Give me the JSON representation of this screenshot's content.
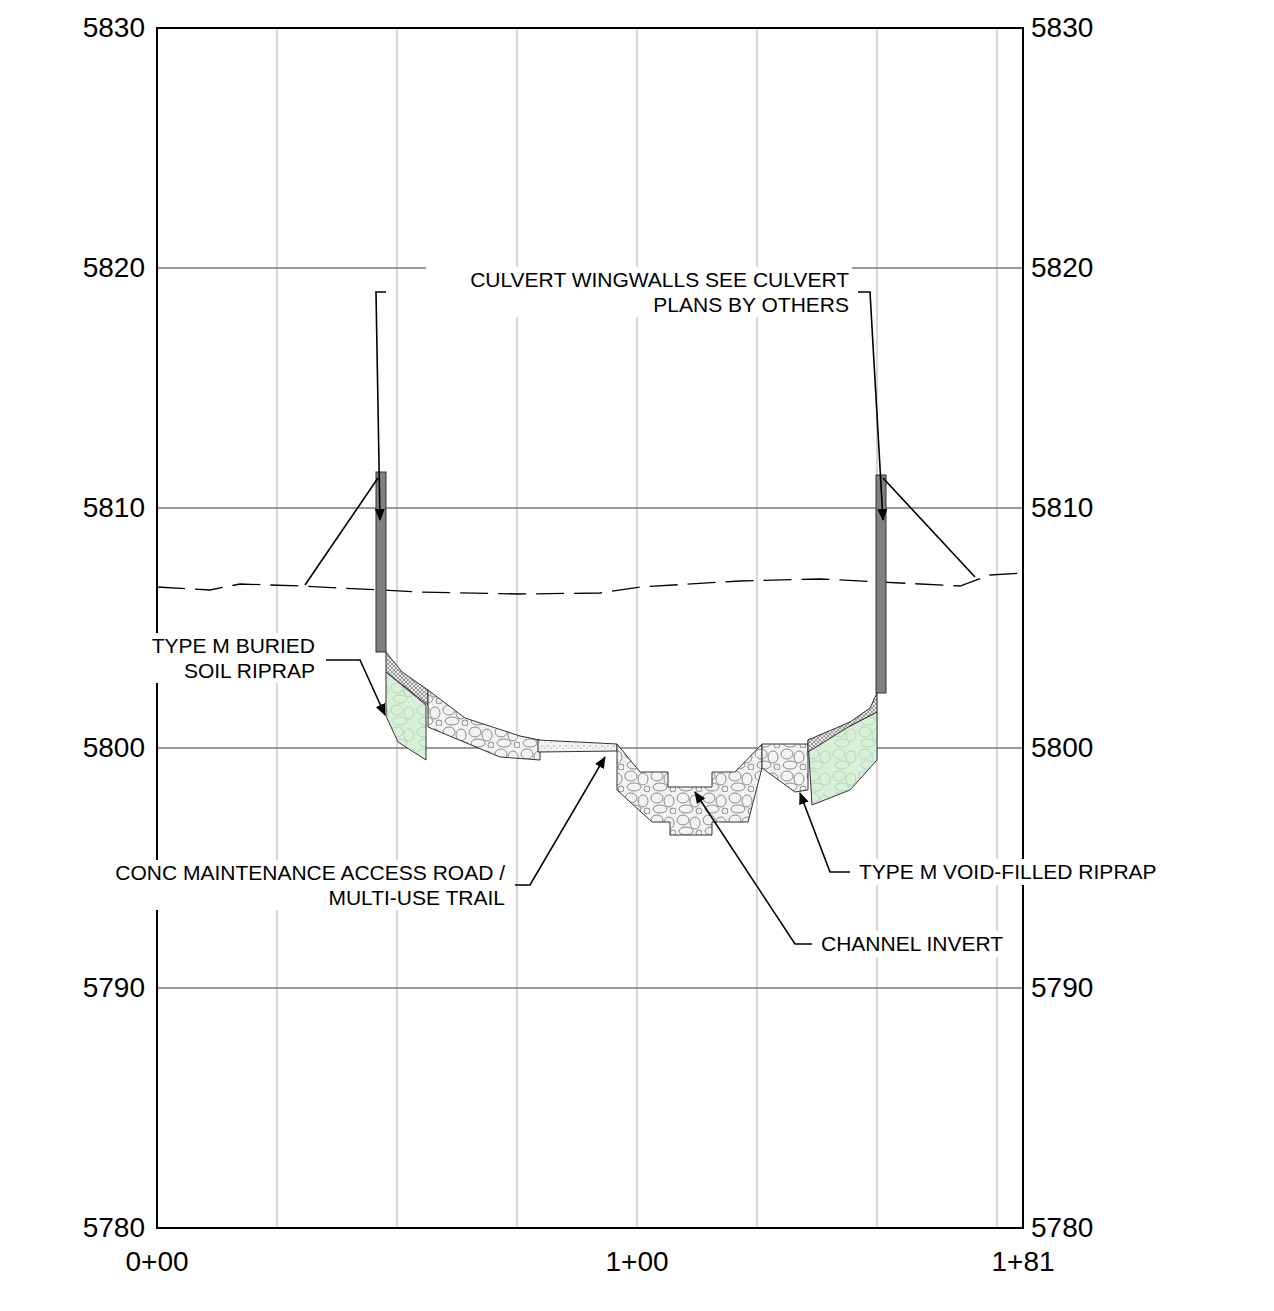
{
  "diagram": {
    "labels": [
      "5830",
      "5820",
      "5810",
      "5800",
      "5790",
      "5780",
      "5830",
      "5820",
      "5810",
      "5800",
      "5790",
      "5780",
      "0+00",
      "1+00",
      "1+81",
      "CULVERT WINGWALLS SEE CULVERT PLANS BY OTHERS",
      "TYPE M BURIED SOIL RIPRAP",
      "CONC MAINTENANCE ACCESS ROAD / MULTI-USE TRAIL",
      "TYPE M VOID-FILLED RIPRAP",
      "CHANNEL INVERT"
    ]
  }
}
